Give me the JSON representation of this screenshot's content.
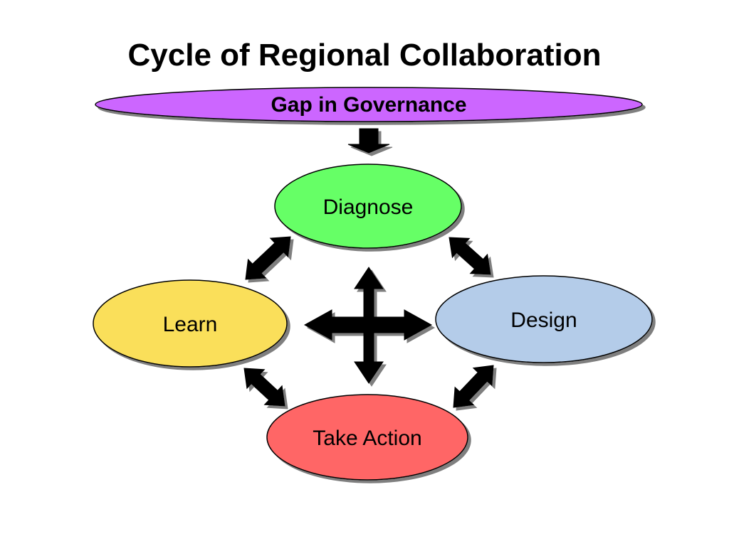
{
  "title": "Cycle of Regional Collaboration",
  "banner": {
    "label": "Gap in Governance",
    "fill": "#cc66ff"
  },
  "nodes": {
    "diagnose": {
      "label": "Diagnose",
      "fill": "#66ff66"
    },
    "design": {
      "label": "Design",
      "fill": "#b4cce9"
    },
    "take_action": {
      "label": "Take Action",
      "fill": "#ff6666"
    },
    "learn": {
      "label": "Learn",
      "fill": "#fadf5a"
    }
  },
  "arrow_color": "#000000"
}
